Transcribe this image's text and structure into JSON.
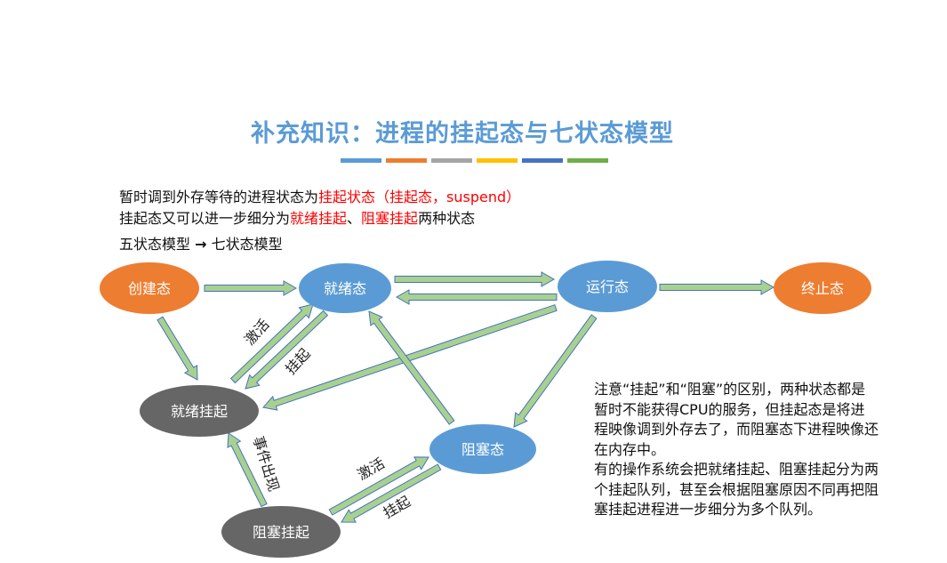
{
  "title": "补充知识：进程的挂起态与七状态模型",
  "color_bar": [
    "#5b9bd5",
    "#ed7d31",
    "#a5a5a5",
    "#ffc000",
    "#4472c4",
    "#70ad47"
  ],
  "intro": {
    "line1_prefix": "暂时调到外存等待的进程状态为",
    "line1_red": "挂起状态（挂起态，suspend）",
    "line2_prefix": "挂起态又可以进一步细分为",
    "line2_red1": "就绪挂起",
    "line2_sep": "、",
    "line2_red2": "阻塞挂起",
    "line2_suffix": "两种状态",
    "line3_left": "五状态模型",
    "line3_arrow": "→",
    "line3_right": "七状态模型"
  },
  "states": {
    "create": "创建态",
    "ready": "就绪态",
    "running": "运行态",
    "terminate": "终止态",
    "ready_suspend": "就绪挂起",
    "blocked": "阻塞态",
    "blocked_suspend": "阻塞挂起"
  },
  "edge_labels": {
    "activate_1": "激活",
    "suspend_1": "挂起",
    "event_occurs": "事件出现",
    "activate_2": "激活",
    "suspend_2": "挂起"
  },
  "note": {
    "para1": "注意“挂起”和“阻塞”的区别，两种状态都是暂时不能获得CPU的服务，但挂起态是将进程映像调到外存去了，而阻塞态下进程映像还在内存中。",
    "para2": "有的操作系统会把就绪挂起、阻塞挂起分为两个挂起队列，甚至会根据阻塞原因不同再把阻塞挂起进程进一步细分为多个队列。"
  },
  "colors": {
    "title": "#5b9bd5",
    "orange_state": "#ed7d31",
    "blue_state": "#5b9bd5",
    "gray_state": "#666666",
    "arrow_fill": "#a9d18e",
    "arrow_stroke": "#4472c4",
    "highlight": "#ff0000"
  }
}
